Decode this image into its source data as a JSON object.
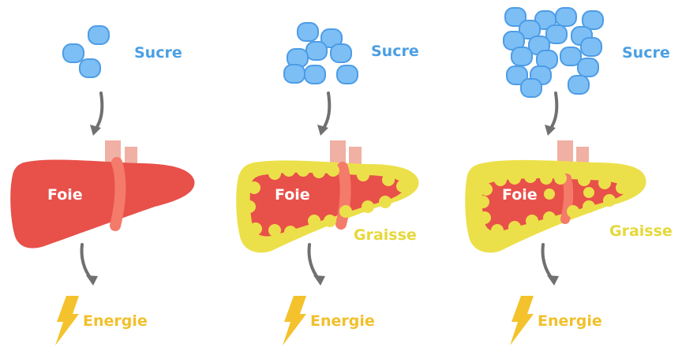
{
  "colors": {
    "sugar_fill": "#7dbff5",
    "sugar_stroke": "#4d9ce6",
    "liver": "#e8504a",
    "liver_groove": "#f47a6a",
    "vessel": "#f0b0a4",
    "fat": "#ece04a",
    "arrow": "#707070",
    "bolt": "#f4c22c",
    "sucre_text": "#4a9fe3",
    "graisse_text": "#e6d83a"
  },
  "panels": [
    {
      "stage": "normal",
      "sucre_label": "Sucre",
      "foie_label": "Foie",
      "graisse_label": "",
      "energie_label": "Energie",
      "icons": [
        "sugar-cluster-icon",
        "liver-icon",
        "lightning-bolt-icon"
      ]
    },
    {
      "stage": "moderate",
      "sucre_label": "Sucre",
      "foie_label": "Foie",
      "graisse_label": "Graisse",
      "energie_label": "Energie",
      "icons": [
        "sugar-cluster-icon",
        "fatty-liver-icon",
        "lightning-bolt-icon"
      ]
    },
    {
      "stage": "severe",
      "sucre_label": "Sucre",
      "foie_label": "Foie",
      "graisse_label": "Graisse",
      "energie_label": "Energie",
      "icons": [
        "sugar-cluster-icon",
        "fatty-liver-icon",
        "lightning-bolt-icon"
      ]
    }
  ]
}
